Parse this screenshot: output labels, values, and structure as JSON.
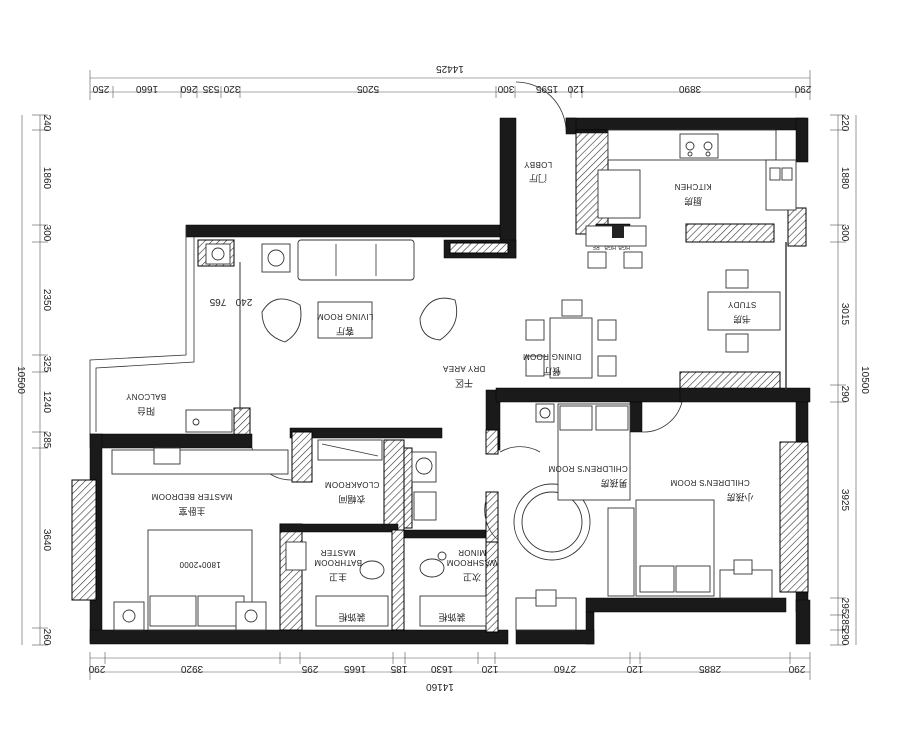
{
  "dimensions": {
    "top_total": "14425",
    "bottom_total": "14160",
    "left_total": "10500",
    "right_total": "10500",
    "top": [
      "250",
      "1660",
      "260",
      "535",
      "320",
      "5205",
      "300",
      "1595",
      "120",
      "3890",
      "290"
    ],
    "bottom": [
      "290",
      "3920",
      "295",
      "1665",
      "185",
      "1630",
      "120",
      "2760",
      "120",
      "2885",
      "290"
    ],
    "left": [
      "240",
      "1860",
      "300",
      "2350",
      "325",
      "1240",
      "285",
      "3640",
      "260"
    ],
    "right": [
      "220",
      "1880",
      "300",
      "3015",
      "290",
      "3925",
      "295",
      "285",
      "290"
    ],
    "living_small": [
      "240",
      "765"
    ]
  },
  "rooms": {
    "lobby": {
      "en": "LOBBY",
      "cn": "门厅"
    },
    "kitchen": {
      "en": "KITCHEN",
      "cn": "厨房"
    },
    "living": {
      "en": "LIVING ROOM",
      "cn": "客厅"
    },
    "dining": {
      "en": "DINING ROOM",
      "cn": "餐厅"
    },
    "dry": {
      "en": "DRY AREA",
      "cn": "干区"
    },
    "study": {
      "en": "STUDY",
      "cn": "书房"
    },
    "balcony": {
      "en": "BALCONY",
      "cn": "阳台"
    },
    "cloak": {
      "en": "CLOAKROOM",
      "cn": "衣帽间"
    },
    "master_bed": {
      "en": "MASTER BEDROOM",
      "cn": "主卧室"
    },
    "master_bath_a": "MASTER",
    "master_bath_b": "BATHROOM",
    "master_bath_cn": "主卫",
    "minor_wash_a": "MINOR",
    "minor_wash_b": "WASHROOM",
    "minor_wash_cn": "次卫",
    "child1": {
      "en": "CHILDREN'S ROOM",
      "cn": "男孩房"
    },
    "child2": {
      "en": "CHILDREN'S ROOM",
      "cn": "小孩房"
    },
    "bed_size": "1800*2000",
    "cabinet": "装饰柜",
    "kitchen_codes": [
      "RF",
      "HGB",
      "HGB"
    ]
  }
}
